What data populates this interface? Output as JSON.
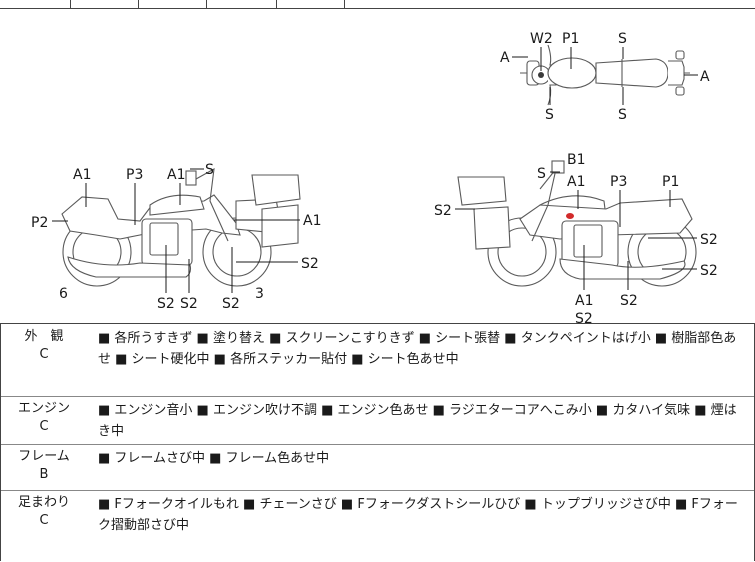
{
  "diagram": {
    "labels": {
      "w2": "W2",
      "p1_top": "P1",
      "s_top1": "S",
      "a_top_l": "A",
      "a_top_r": "A",
      "s_top2": "S",
      "s_top3": "S",
      "l_a1_a": "A1",
      "l_p3": "P3",
      "l_a1_b": "A1",
      "l_s": "S",
      "l_p2": "P2",
      "l_a1_c": "A1",
      "l_s2_a": "S2",
      "l_6": "6",
      "l_s2_b": "S2",
      "l_s2_c": "S2",
      "l_s2_d": "S2",
      "l_3": "3",
      "r_b1": "B1",
      "r_s": "S",
      "r_a1": "A1",
      "r_p3": "P3",
      "r_p1": "P1",
      "r_s2_a": "S2",
      "r_s2_b": "S2",
      "r_s2_c": "S2",
      "r_a1_b": "A1",
      "r_s2_d": "S2",
      "r_s2_e": "S2"
    }
  },
  "rows": [
    {
      "name": "外　観",
      "grade": "C",
      "text": "■ 各所うすきず ■ 塗り替え ■ スクリーンこすりきず ■ シート張替 ■ タンクペイントはげ小 ■ 樹脂部色あせ ■ シート硬化中 ■ 各所ステッカー貼付 ■ シート色あせ中"
    },
    {
      "name": "エンジン",
      "grade": "C",
      "text": "■ エンジン音小 ■ エンジン吹け不調 ■ エンジン色あせ ■ ラジエターコアへこみ小 ■ カタハイ気味 ■ 煙はき中"
    },
    {
      "name": "フレーム",
      "grade": "B",
      "text": "■ フレームさび中 ■ フレーム色あせ中"
    },
    {
      "name": "足まわり",
      "grade": "C",
      "text": "■ Fフォークオイルもれ ■ チェーンさび ■ Fフォークダストシールひび ■ トップブリッジさび中 ■ Fフォーク摺動部さび中"
    }
  ],
  "colors": {
    "damage_mark": "#d22a2a"
  }
}
